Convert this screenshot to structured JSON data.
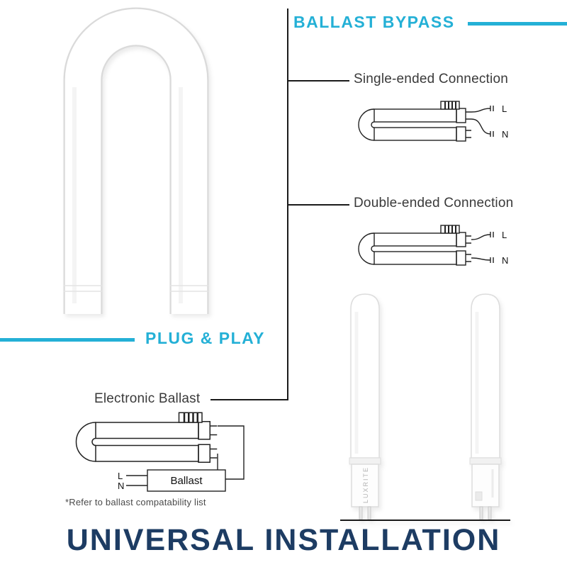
{
  "colors": {
    "accent_cyan": "#24b0d6",
    "navy": "#1d3c63"
  },
  "ballast_bypass": {
    "title": "BALLAST BYPASS",
    "single": {
      "label": "Single-ended Connection",
      "live": "L",
      "neutral": "N"
    },
    "double": {
      "label": "Double-ended Connection",
      "live": "L",
      "neutral": "N"
    }
  },
  "plug_play": {
    "title": "PLUG & PLAY",
    "diagram_label": "Electronic Ballast",
    "ballast_box_label": "Ballast",
    "live": "L",
    "neutral": "N",
    "note": "*Refer to ballast compatability list"
  },
  "footer": {
    "title": "UNIVERSAL INSTALLATION"
  },
  "lamp": {
    "brand": "LUXRITE"
  }
}
